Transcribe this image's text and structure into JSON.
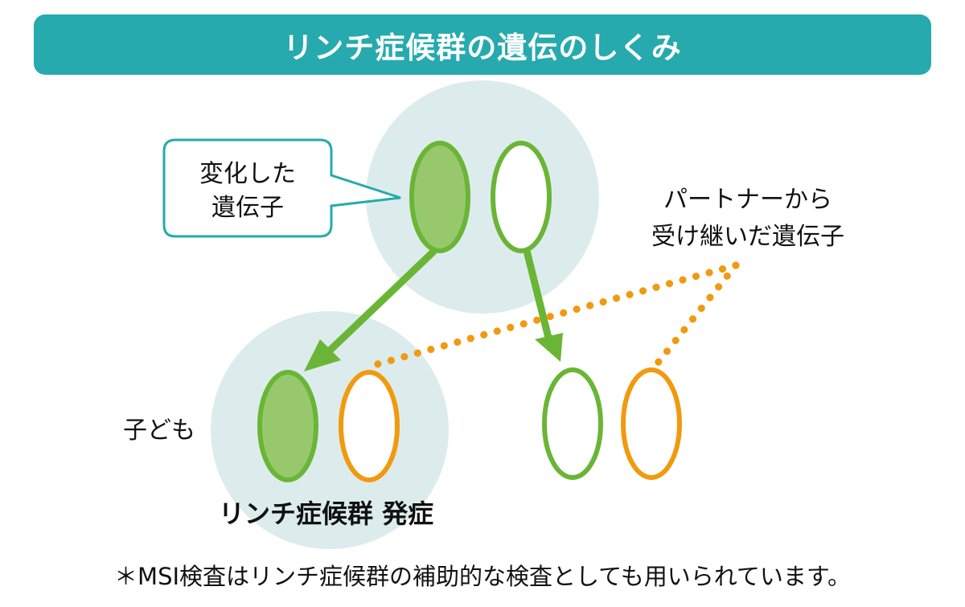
{
  "title": "リンチ症候群の遺伝のしくみ",
  "callout": {
    "line1": "変化した",
    "line2": "遺伝子"
  },
  "partner_label": {
    "line1": "パートナーから",
    "line2": "受け継いだ遺伝子"
  },
  "child_label": "子ども",
  "onset_label": "リンチ症候群 発症",
  "footnote": "＊MSI検査はリンチ症候群の補助的な検査としても用いられています。",
  "colors": {
    "teal": "#26aaae",
    "circle_bg": "#dcecec",
    "green_fill": "#97c96c",
    "green_stroke": "#6ab536",
    "orange": "#f19a0f",
    "callout_border": "#26aaae"
  }
}
